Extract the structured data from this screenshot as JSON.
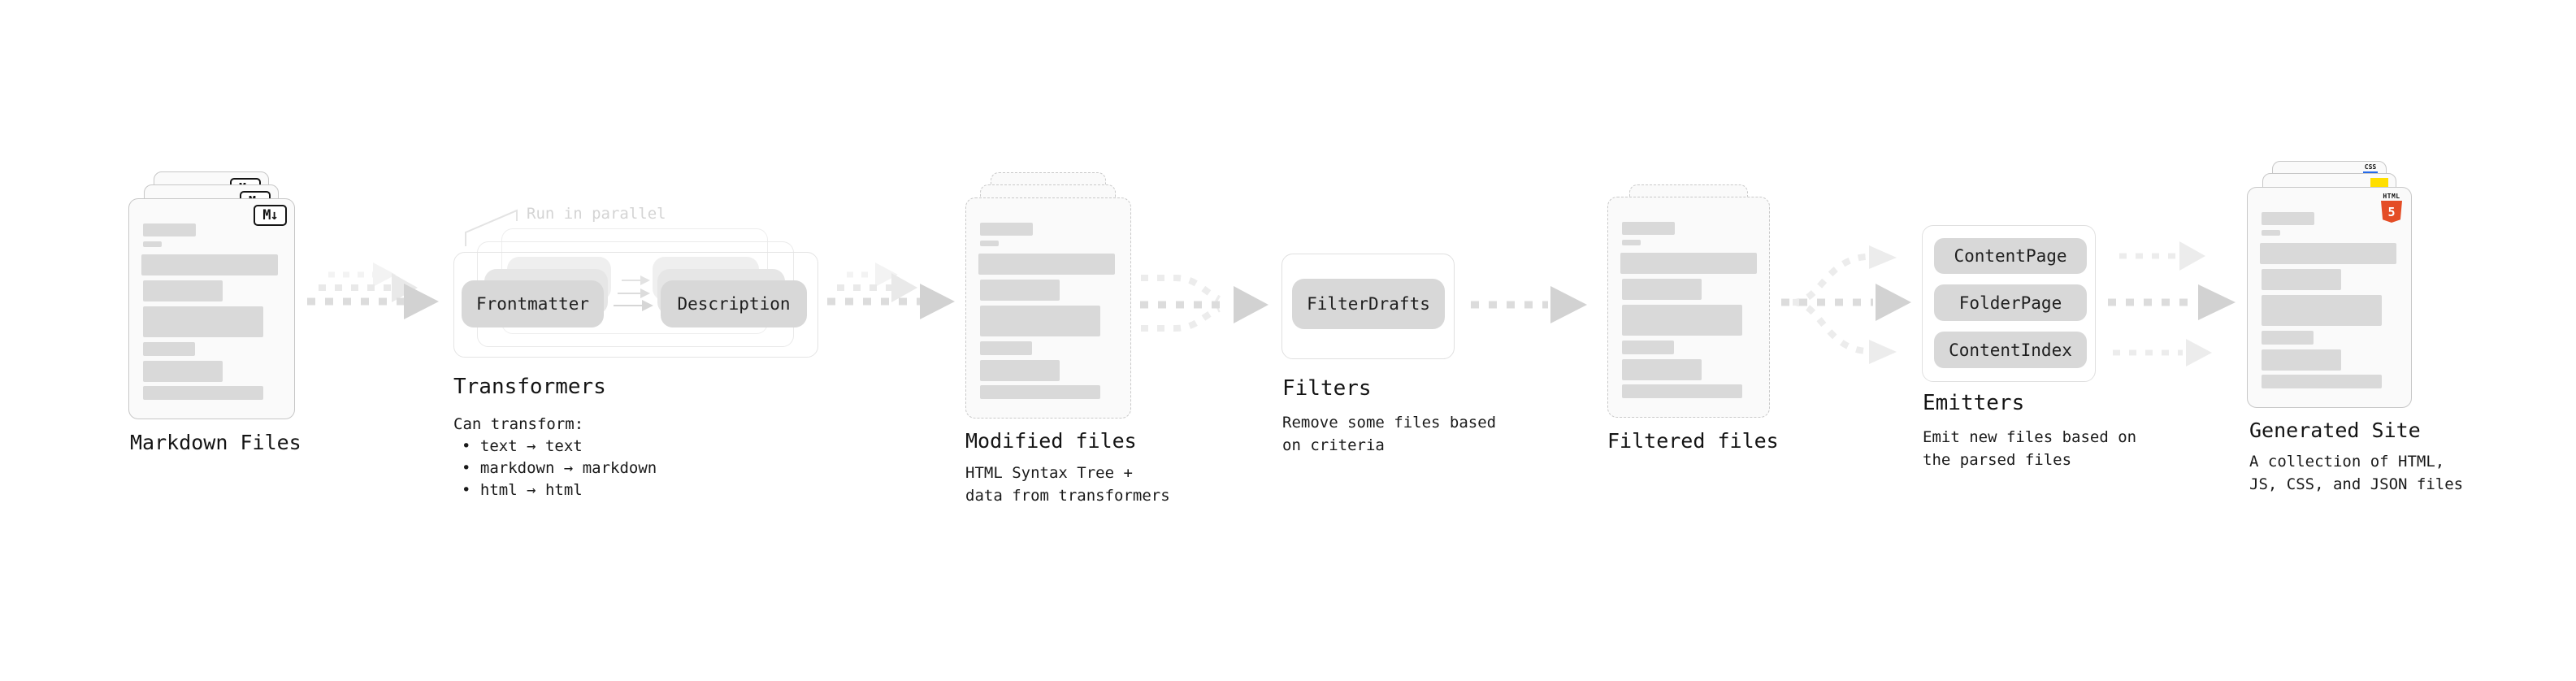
{
  "diagram": {
    "markdown_files": {
      "label": "Markdown Files",
      "badge": "M↓"
    },
    "transformers": {
      "title": "Transformers",
      "note": "Run in parallel",
      "pill_left": "Frontmatter",
      "pill_right": "Description",
      "subtitle": "Can transform:",
      "bullets": [
        "• text → text",
        "• markdown → markdown",
        "• html → html"
      ]
    },
    "modified_files": {
      "label": "Modified files",
      "line1": "HTML Syntax Tree +",
      "line2": "data from transformers"
    },
    "filters": {
      "title": "Filters",
      "pill": "FilterDrafts",
      "line1": "Remove some files based",
      "line2": "on criteria"
    },
    "filtered_files": {
      "label": "Filtered files"
    },
    "emitters": {
      "title": "Emitters",
      "pills": [
        "ContentPage",
        "FolderPage",
        "ContentIndex"
      ],
      "line1": "Emit new files based on",
      "line2": "the parsed files"
    },
    "generated_site": {
      "label": "Generated Site",
      "line1": "A collection of HTML,",
      "line2": "JS, CSS, and JSON files",
      "css_badge": "CSS",
      "html_word": "HTML",
      "html_number": "5"
    },
    "colors": {
      "html5_orange": "#e44d26",
      "js_yellow": "#ffdf00",
      "css_blue": "#2469e9"
    }
  }
}
